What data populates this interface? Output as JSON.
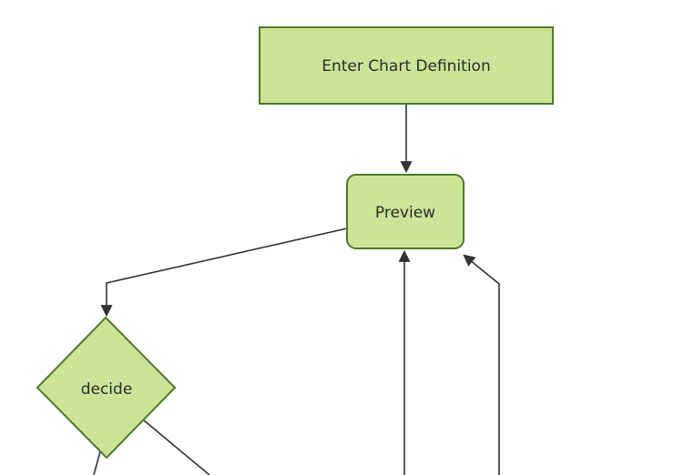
{
  "diagram": {
    "type": "flowchart",
    "direction": "top-down",
    "nodes": [
      {
        "id": "enter-chart-definition",
        "label": "Enter Chart Definition",
        "shape": "rectangle"
      },
      {
        "id": "preview",
        "label": "Preview",
        "shape": "rounded-rectangle"
      },
      {
        "id": "decide",
        "label": "decide",
        "shape": "diamond"
      }
    ],
    "edges": [
      {
        "from": "enter-chart-definition",
        "to": "preview",
        "arrow": true
      },
      {
        "from": "preview",
        "to": "decide",
        "arrow": true
      },
      {
        "from": "offscreen-bottom",
        "to": "preview",
        "arrow": true
      },
      {
        "from": "offscreen-bottom-right",
        "to": "preview",
        "arrow": true
      },
      {
        "from": "decide",
        "to": "offscreen-bottom-left",
        "arrow": false
      },
      {
        "from": "decide",
        "to": "offscreen-bottom-right",
        "arrow": false
      }
    ],
    "colors": {
      "node_fill": "#cde498",
      "node_stroke": "#4e7a2b",
      "edge_stroke": "#333333",
      "text": "#2b2b2b",
      "background": "#ffffff"
    }
  }
}
